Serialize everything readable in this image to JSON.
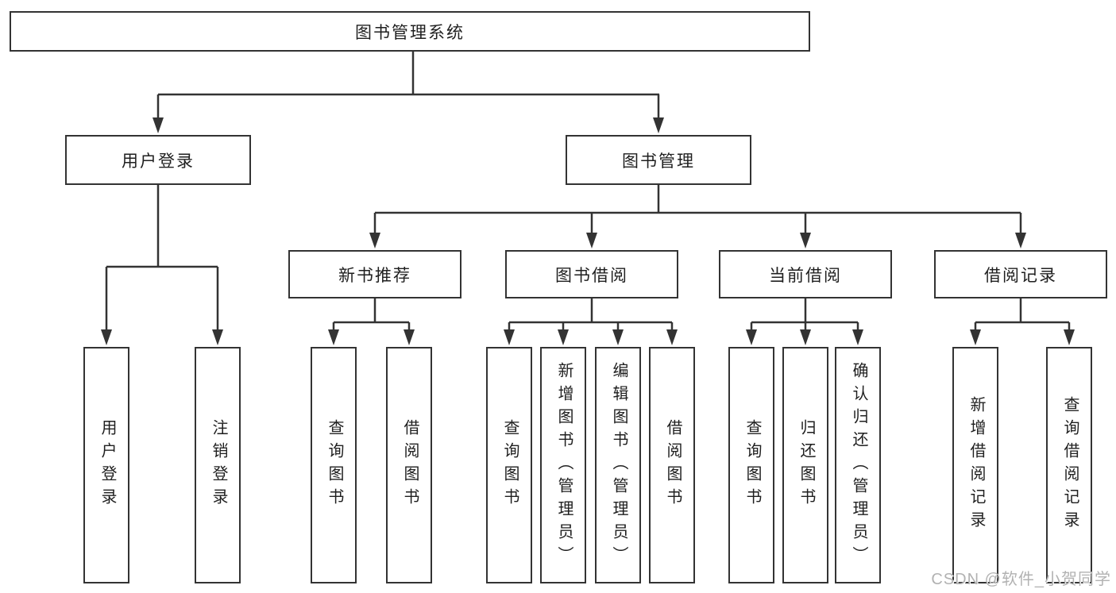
{
  "tree": {
    "root": {
      "label": "图书管理系统"
    },
    "user_login": {
      "label": "用户登录",
      "children": [
        {
          "label": "用户登录"
        },
        {
          "label": "注销登录"
        }
      ]
    },
    "book_management": {
      "label": "图书管理",
      "sections": [
        {
          "label": "新书推荐",
          "children": [
            {
              "label": "查询图书"
            },
            {
              "label": "借阅图书"
            }
          ]
        },
        {
          "label": "图书借阅",
          "children": [
            {
              "label": "查询图书"
            },
            {
              "label": "新增图书（管理员）"
            },
            {
              "label": "编辑图书（管理员）"
            },
            {
              "label": "借阅图书"
            }
          ]
        },
        {
          "label": "当前借阅",
          "children": [
            {
              "label": "查询图书"
            },
            {
              "label": "归还图书"
            },
            {
              "label": "确认归还（管理员）"
            }
          ]
        },
        {
          "label": "借阅记录",
          "children": [
            {
              "label": "新增借阅记录"
            },
            {
              "label": "查询借阅记录"
            }
          ]
        }
      ]
    }
  },
  "watermark": {
    "text": "CSDN @软件_小贺同学",
    "color": "#b2b2b2"
  },
  "colors": {
    "line": "#333333",
    "box_border": "#333333",
    "text": "#1f1f1f",
    "background": "#ffffff"
  }
}
